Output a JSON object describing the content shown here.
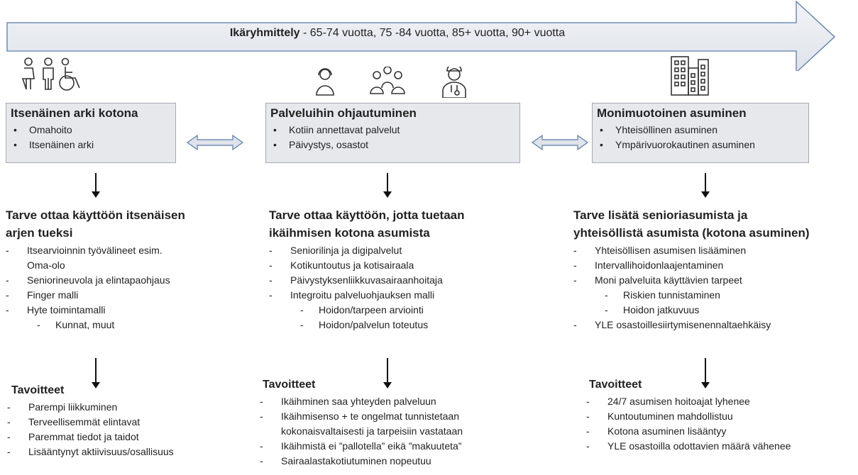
{
  "banner": {
    "bold": "Ikäryhmittely",
    "text": " -  65-74 vuotta, 75 -84 vuotta, 85+ vuotta, 90+ vuotta"
  },
  "icons": {
    "left": [
      "woman-icon",
      "man-icon",
      "wheelchair-icon"
    ],
    "middle": [
      "headset-person-icon",
      "group-icon",
      "doctor-icon"
    ],
    "right": [
      "buildings-icon"
    ]
  },
  "boxes": [
    {
      "title": "Itsenäinen arki kotona",
      "items": [
        "Omahoito",
        "Itsenäinen arki"
      ]
    },
    {
      "title": "Palveluihin ohjautuminen",
      "items": [
        "Kotiin annettavat palvelut",
        "Päivystys, osastot"
      ]
    },
    {
      "title": "Monimuotoinen asuminen",
      "items": [
        "Yhteisöllinen asuminen",
        "Ympärivuorokautinen asuminen"
      ]
    }
  ],
  "needs": [
    {
      "heading_lines": [
        "Tarve ottaa käyttöön itsenäisen",
        "arjen tueksi"
      ],
      "items": [
        {
          "text": "Itsearvioinnin työvälineet esim.",
          "level": "main"
        },
        {
          "text": "Oma-olo",
          "level": "cont"
        },
        {
          "text": "Seniorineuvola ja elintapaohjaus",
          "level": "main"
        },
        {
          "text": "Finger malli",
          "level": "main"
        },
        {
          "text": "Hyte toimintamalli",
          "level": "main"
        },
        {
          "text": "Kunnat, muut",
          "level": "sub"
        }
      ]
    },
    {
      "heading_lines": [
        "Tarve ottaa käyttöön, jotta tuetaan",
        "ikäihmisen kotona asumista"
      ],
      "items": [
        {
          "text": "Seniorilinja ja digipalvelut",
          "level": "main"
        },
        {
          "text": "Kotikuntoutus ja kotisairaala",
          "level": "main"
        },
        {
          "text": "Päivystyksenliikkuvasairaanhoitaja",
          "level": "main"
        },
        {
          "text": "Integroitu palveluohjauksen malli",
          "level": "main"
        },
        {
          "text": "Hoidon/tarpeen arviointi",
          "level": "sub"
        },
        {
          "text": "Hoidon/palvelun toteutus",
          "level": "sub"
        }
      ]
    },
    {
      "heading_lines": [
        "Tarve lisätä senioriasumista ja",
        "yhteisöllistä asumista (kotona asuminen)"
      ],
      "items": [
        {
          "text": "Yhteisöllisen asumisen lisääminen",
          "level": "main"
        },
        {
          "text": "Intervallihoidonlaajentaminen",
          "level": "main"
        },
        {
          "text": "Moni palveluita käyttävien tarpeet",
          "level": "main"
        },
        {
          "text": "Riskien tunnistaminen",
          "level": "sub"
        },
        {
          "text": "Hoidon jatkuvuus",
          "level": "sub"
        },
        {
          "text": "YLE osastoillesiirtymisenennaltaehkäisy",
          "level": "main"
        }
      ]
    }
  ],
  "goals": [
    {
      "heading": "Tavoitteet",
      "items": [
        {
          "text": "Parempi liikkuminen",
          "level": "main"
        },
        {
          "text": "Terveellisemmät elintavat",
          "level": "main"
        },
        {
          "text": "Paremmat tiedot ja taidot",
          "level": "main"
        },
        {
          "text": "Lisääntynyt aktiivisuus/osallisuus",
          "level": "main"
        }
      ]
    },
    {
      "heading": "Tavoitteet",
      "items": [
        {
          "text": "Ikäihminen saa yhteyden palveluun",
          "level": "main"
        },
        {
          "text": "Ikäihmisenso + te ongelmat tunnistetaan",
          "level": "main"
        },
        {
          "text": "kokonaisvaltaisesti ja tarpeisiin vastataan",
          "level": "cont"
        },
        {
          "text": "Ikäihmistä ei ”pallotella” eikä ”makuuteta”",
          "level": "main"
        },
        {
          "text": "Sairaalastakotiutuminen nopeutuu",
          "level": "main"
        }
      ]
    },
    {
      "heading": "Tavoitteet",
      "items": [
        {
          "text": "24/7 asumisen hoitoajat lyhenee",
          "level": "main"
        },
        {
          "text": "Kuntoutuminen mahdollistuu",
          "level": "main"
        },
        {
          "text": "Kotona asuminen lisääntyy",
          "level": "main"
        },
        {
          "text": "YLE osastoilla odottavien määrä vähenee",
          "level": "main"
        }
      ]
    }
  ]
}
